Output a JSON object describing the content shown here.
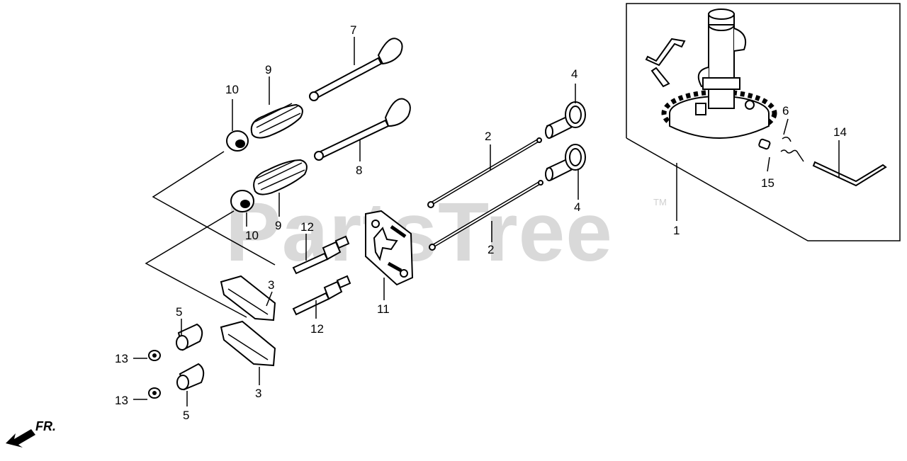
{
  "watermark": {
    "text": "PartsTree",
    "trademark": "TM"
  },
  "direction_indicator": {
    "label": "FR."
  },
  "callouts": {
    "c1": "1",
    "c2a": "2",
    "c2b": "2",
    "c3a": "3",
    "c3b": "3",
    "c4a": "4",
    "c4b": "4",
    "c5a": "5",
    "c5b": "5",
    "c6": "6",
    "c7": "7",
    "c8": "8",
    "c9a": "9",
    "c9b": "9",
    "c10a": "10",
    "c10b": "10",
    "c11": "11",
    "c12a": "12",
    "c12b": "12",
    "c13a": "13",
    "c13b": "13",
    "c14": "14",
    "c15": "15"
  }
}
